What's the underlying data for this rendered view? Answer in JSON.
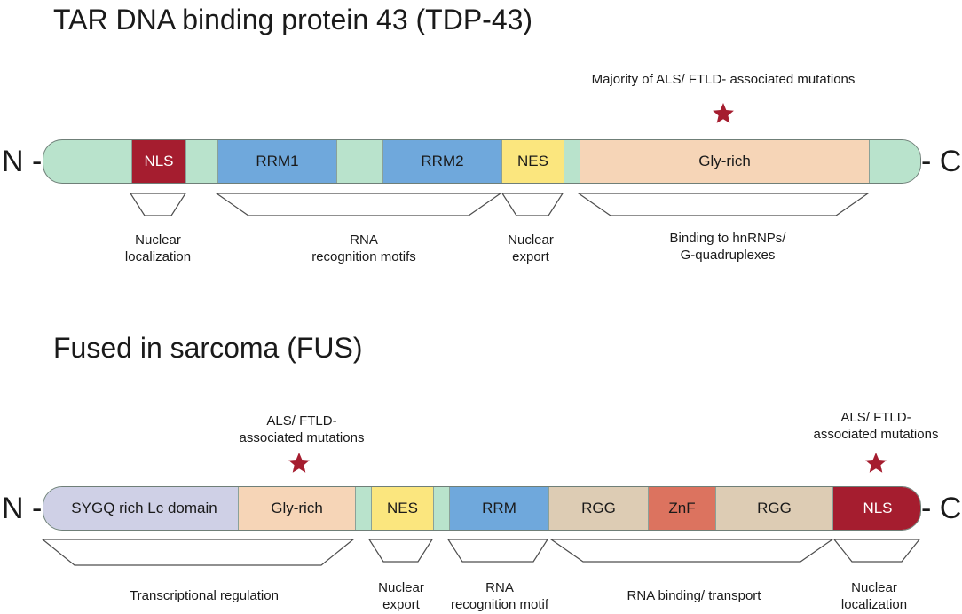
{
  "tdp43": {
    "title": "TAR DNA binding protein 43 (TDP-43)",
    "n_label": "N -",
    "c_label": "- C",
    "mutation_note": "Majority of ALS/ FTLD- associated mutations",
    "domains": [
      {
        "label": "NLS"
      },
      {
        "label": "RRM1"
      },
      {
        "label": "RRM2"
      },
      {
        "label": "NES"
      },
      {
        "label": "Gly-rich"
      }
    ],
    "functions": [
      {
        "line1": "Nuclear",
        "line2": "localization"
      },
      {
        "line1": "RNA",
        "line2": "recognition motifs"
      },
      {
        "line1": "Nuclear",
        "line2": "export"
      },
      {
        "line1": "Binding to hnRNPs/",
        "line2": "G-quadruplexes"
      }
    ]
  },
  "fus": {
    "title": "Fused in sarcoma (FUS)",
    "n_label": "N -",
    "c_label": "- C",
    "mutation_left_line1": "ALS/ FTLD-",
    "mutation_left_line2": "associated mutations",
    "mutation_right_line1": "ALS/ FTLD-",
    "mutation_right_line2": "associated mutations",
    "domains": [
      {
        "label": "SYGQ rich Lc domain"
      },
      {
        "label": "Gly-rich"
      },
      {
        "label": "NES"
      },
      {
        "label": "RRM"
      },
      {
        "label": "RGG"
      },
      {
        "label": "ZnF"
      },
      {
        "label": "RGG"
      },
      {
        "label": "NLS"
      }
    ],
    "functions": [
      {
        "line1": "Transcriptional regulation",
        "line2": ""
      },
      {
        "line1": "Nuclear",
        "line2": "export"
      },
      {
        "line1": "RNA",
        "line2": "recognition motif"
      },
      {
        "line1": "RNA binding/ transport",
        "line2": ""
      },
      {
        "line1": "Nuclear",
        "line2": "localization"
      }
    ]
  },
  "colors": {
    "linker": "#b9e3cc",
    "nls": "#a51d2f",
    "rrm": "#6fa8dc",
    "nes": "#fbe67e",
    "gly": "#f6d5b7",
    "sygq": "#cfd0e6",
    "rgg": "#ddccb4",
    "znf": "#dc735f",
    "star": "#a51d2f"
  }
}
